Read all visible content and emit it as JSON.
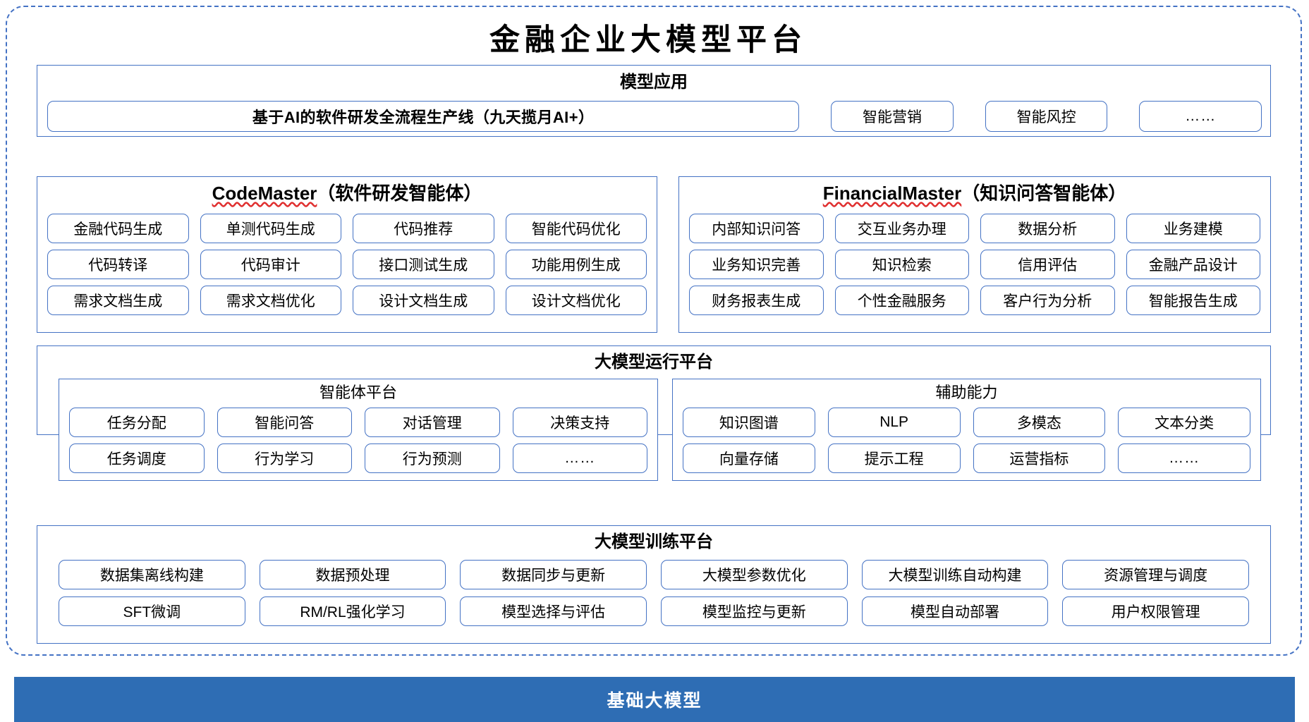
{
  "title": "金融企业大模型平台",
  "colors": {
    "outer_border": "#4472C4",
    "panel_border": "#4472C4",
    "pill_border": "#4472C4",
    "banner_bg": "#2E6DB4",
    "banner_text": "#FFFFFF",
    "spellcheck_underline": "#E03030",
    "text": "#000000"
  },
  "model_application": {
    "heading": "模型应用",
    "wide_item": "基于AI的软件研发全流程生产线（九天揽月AI+）",
    "items": [
      "智能营销",
      "智能风控",
      "……"
    ]
  },
  "agents": [
    {
      "name_en": "CodeMaster",
      "name_cn": "（软件研发智能体）",
      "misspelled": true,
      "items": [
        "金融代码生成",
        "单测代码生成",
        "代码推荐",
        "智能代码优化",
        "代码转译",
        "代码审计",
        "接口测试生成",
        "功能用例生成",
        "需求文档生成",
        "需求文档优化",
        "设计文档生成",
        "设计文档优化"
      ]
    },
    {
      "name_en": "FinancialMaster",
      "name_cn": "（知识问答智能体）",
      "misspelled": true,
      "items": [
        "内部知识问答",
        "交互业务办理",
        "数据分析",
        "业务建模",
        "业务知识完善",
        "知识检索",
        "信用评估",
        "金融产品设计",
        "财务报表生成",
        "个性金融服务",
        "客户行为分析",
        "智能报告生成"
      ]
    }
  ],
  "runtime_platform": {
    "heading": "大模型运行平台",
    "sections": [
      {
        "heading": "智能体平台",
        "items": [
          "任务分配",
          "智能问答",
          "对话管理",
          "决策支持",
          "任务调度",
          "行为学习",
          "行为预测",
          "……"
        ]
      },
      {
        "heading": "辅助能力",
        "items": [
          "知识图谱",
          "NLP",
          "多模态",
          "文本分类",
          "向量存储",
          "提示工程",
          "运营指标",
          "……"
        ]
      }
    ]
  },
  "training_platform": {
    "heading": "大模型训练平台",
    "items": [
      "数据集离线构建",
      "数据预处理",
      "数据同步与更新",
      "大模型参数优化",
      "大模型训练自动构建",
      "资源管理与调度",
      "SFT微调",
      "RM/RL强化学习",
      "模型选择与评估",
      "模型监控与更新",
      "模型自动部署",
      "用户权限管理"
    ]
  },
  "foundation_banner": {
    "label": "基础大模型"
  }
}
